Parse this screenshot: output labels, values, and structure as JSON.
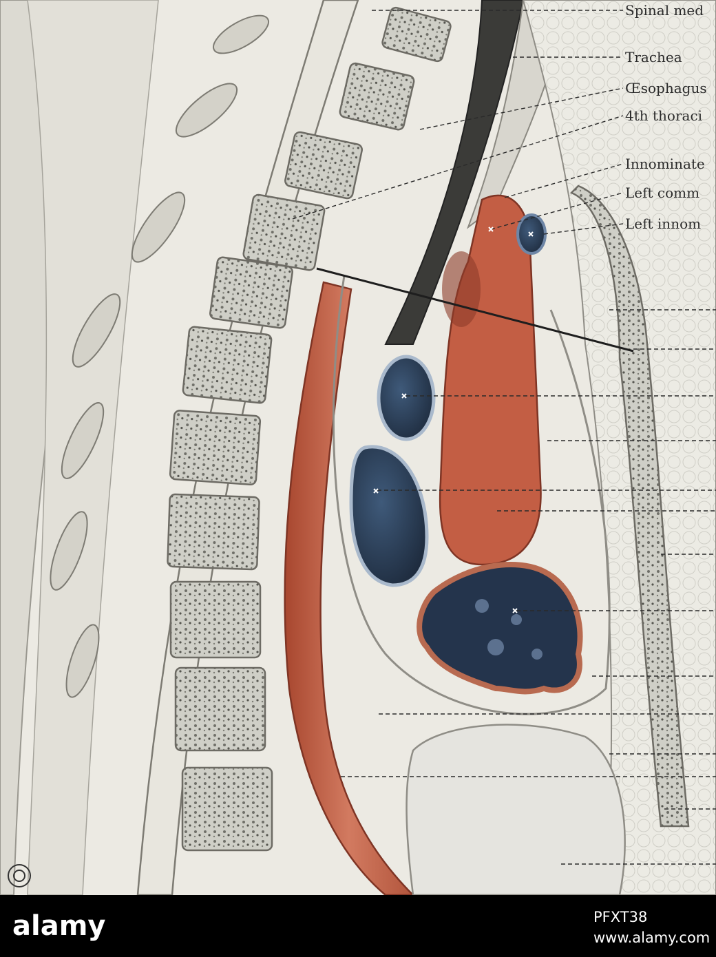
{
  "plate": {
    "labels": [
      {
        "key": "spinal",
        "text": "Spinal med"
      },
      {
        "key": "trachea",
        "text": "Trachea"
      },
      {
        "key": "esophagus",
        "text": "Œsophagus"
      },
      {
        "key": "thoracic",
        "text": "4th thoraci"
      },
      {
        "key": "innominate",
        "text": "Innominate"
      },
      {
        "key": "common",
        "text": "Left comm"
      },
      {
        "key": "innom_vein",
        "text": "Left innom"
      }
    ]
  },
  "watermark": {
    "logo_text": "alamy",
    "image_code": "PFXT38",
    "site": "www.alamy.com"
  },
  "colors": {
    "artery": "#bf6048",
    "vein": "#2b3e56",
    "bone": "#d8d8d0",
    "tissue": "#eceae3",
    "footer": "#000000"
  }
}
